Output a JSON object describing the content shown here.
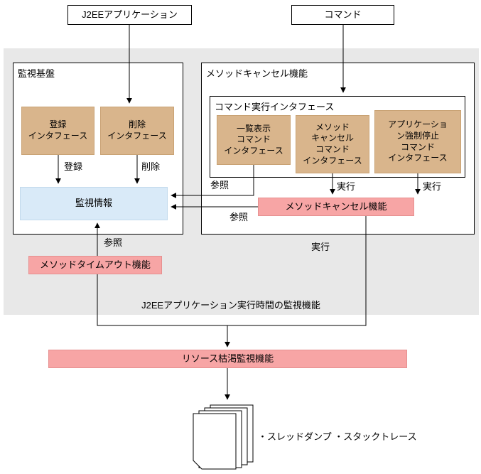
{
  "colors": {
    "background_area": "#e8e8e8",
    "interface_box": "#d9b58c",
    "info_box": "#d9eaf8",
    "function_box": "#f7a5a5",
    "line": "#000000"
  },
  "nodes": {
    "j2ee_application": "J2EEアプリケーション",
    "command": "コマンド",
    "monitoring_platform_title": "監視基盤",
    "register_interface": "登録\nインタフェース",
    "delete_interface": "削除\nインタフェース",
    "monitoring_info": "監視情報",
    "method_cancel_section_title": "メソッドキャンセル機能",
    "command_exec_interface_title": "コマンド実行インタフェース",
    "list_display_cmd_interface": "一覧表示\nコマンド\nインタフェース",
    "method_cancel_cmd_interface": "メソッド\nキャンセル\nコマンド\nインタフェース",
    "app_force_stop_cmd_interface": "アプリケーショ\nン強制停止\nコマンド\nインタフェース",
    "method_cancel_function": "メソッドキャンセル機能",
    "method_timeout_function": "メソッドタイムアウト機能",
    "gray_area_caption": "J2EEアプリケーション実行時間の監視機能",
    "resource_monitor_function": "リソース枯渇監視機能",
    "output_labels": "・スレッドダンプ\n・スタックトレース"
  },
  "edge_labels": {
    "register": "登録",
    "delete": "削除",
    "reference": "参照",
    "execute": "実行"
  },
  "icons": {
    "document_stack": "document-stack"
  }
}
